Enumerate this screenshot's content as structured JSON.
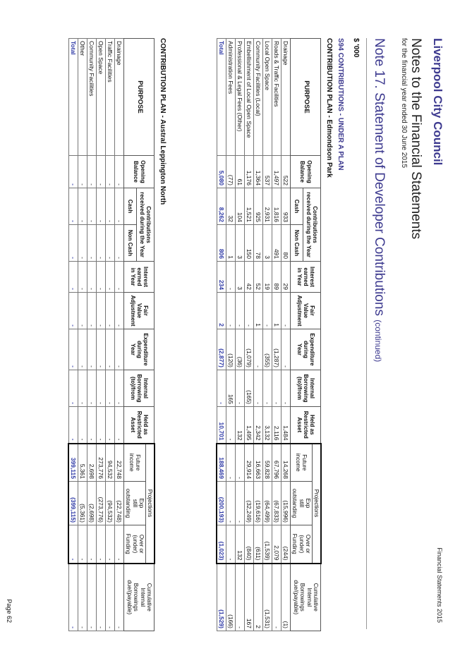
{
  "header": {
    "council": "Liverpool City Council",
    "running_head": "Financial Statements 2015",
    "notes_title": "Notes to the Financial Statements",
    "notes_subtitle": "for the financial year ended 30 June 2015",
    "note_title": "Note 17. Statement of Developer Contributions",
    "note_continued": "(continued)",
    "units": "$ '000",
    "section": "S94 CONTRIBUTIONS - UNDER A PLAN"
  },
  "columns": {
    "purpose": "PURPOSE",
    "opening": [
      "Opening",
      "Balance"
    ],
    "contributions": [
      "Contributions",
      "received during the Year"
    ],
    "cash": "Cash",
    "non_cash": "Non Cash",
    "interest": [
      "Interest",
      "earned",
      "in Year"
    ],
    "fair_value": [
      "Fair",
      "Value",
      "Adjustment"
    ],
    "expenditure": [
      "Expenditure",
      "during",
      "Year"
    ],
    "internal_borrowing": [
      "Internal",
      "Borrowing",
      "(to)/from"
    ],
    "held": [
      "Held as",
      "Restricted",
      "Asset"
    ],
    "projections": "Projections",
    "future_income": [
      "Future",
      "income"
    ],
    "exp_outstanding": [
      "Exp",
      "still",
      "outstanding"
    ],
    "over_under": [
      "Over or",
      "(under)",
      "Funding"
    ],
    "cumulative": [
      "Cumulative",
      "Internal",
      "Borrowings",
      "due/(payable)"
    ]
  },
  "plan1": {
    "title": "CONTRIBUTION PLAN - Edmondson Park",
    "rows": [
      [
        "Drainage",
        "522",
        "933",
        "80",
        "29",
        "-",
        "-",
        "-",
        "1,484",
        "14,268",
        "(15,996)",
        "(244)",
        "(1)"
      ],
      [
        "Roads & Traffic Facilities",
        "1,497",
        "1,816",
        "491",
        "89",
        "1",
        "(1,287)",
        "-",
        "2,116",
        "67,796",
        "(67,833)",
        "2,079",
        "-"
      ],
      [
        "Local Open Space",
        "537",
        "2,931",
        "3",
        "19",
        "-",
        "(355)",
        "-",
        "3,132",
        "59,828",
        "(64,499)",
        "(1,539)",
        "(1,531)"
      ],
      [
        "Community Facilities (Local)",
        "1,364",
        "925",
        "78",
        "52",
        "1",
        "-",
        "-",
        "2,342",
        "16,663",
        "(19,616)",
        "(611)",
        "2"
      ],
      [
        "Embellishment of Local Open Space",
        "1,176",
        "1,521",
        "150",
        "42",
        "-",
        "(1,079)",
        "(165)",
        "1,495",
        "29,914",
        "(32,249)",
        "(840)",
        "167"
      ],
      [
        "Professional & Legal Fees (Other)",
        "61",
        "104",
        "3",
        "3",
        "-",
        "(36)",
        "-",
        "132",
        "-",
        "-",
        "132",
        "-"
      ],
      [
        "Administration Fees",
        "(77)",
        "32",
        "1",
        "-",
        "-",
        "(120)",
        "165",
        "-",
        "-",
        "-",
        "-",
        "(166)"
      ]
    ],
    "total": [
      "Total",
      "5,080",
      "8,262",
      "806",
      "234",
      "2",
      "(2,877)",
      "-",
      "10,701",
      "188,469",
      "(200,193)",
      "(1,023)",
      "(1,529)"
    ]
  },
  "plan2": {
    "title": "CONTRIBUTION PLAN - Austral Leppington North",
    "rows": [
      [
        "Drainage",
        "-",
        "-",
        "-",
        "-",
        "-",
        "-",
        "-",
        "-",
        "22,748",
        "(22,748)",
        "-",
        "-"
      ],
      [
        "Traffic Facilities",
        "-",
        "-",
        "-",
        "-",
        "-",
        "-",
        "-",
        "-",
        "94,532",
        "(94,532)",
        "-",
        "-"
      ],
      [
        "Open Space",
        "-",
        "-",
        "-",
        "-",
        "-",
        "-",
        "-",
        "-",
        "273,776",
        "(273,776)",
        "-",
        "-"
      ],
      [
        "Community Facilities",
        "-",
        "-",
        "-",
        "-",
        "-",
        "-",
        "-",
        "-",
        "2,698",
        "(2,698)",
        "-",
        "-"
      ],
      [
        "Other",
        "-",
        "-",
        "-",
        "-",
        "-",
        "-",
        "-",
        "-",
        "5,361",
        "(5,361)",
        "-",
        "-"
      ]
    ],
    "total": [
      "Total",
      "-",
      "-",
      "-",
      "-",
      "-",
      "-",
      "-",
      "-",
      "399,115",
      "(399,115)",
      "-",
      "-"
    ]
  },
  "footer": {
    "page": "Page 62"
  }
}
